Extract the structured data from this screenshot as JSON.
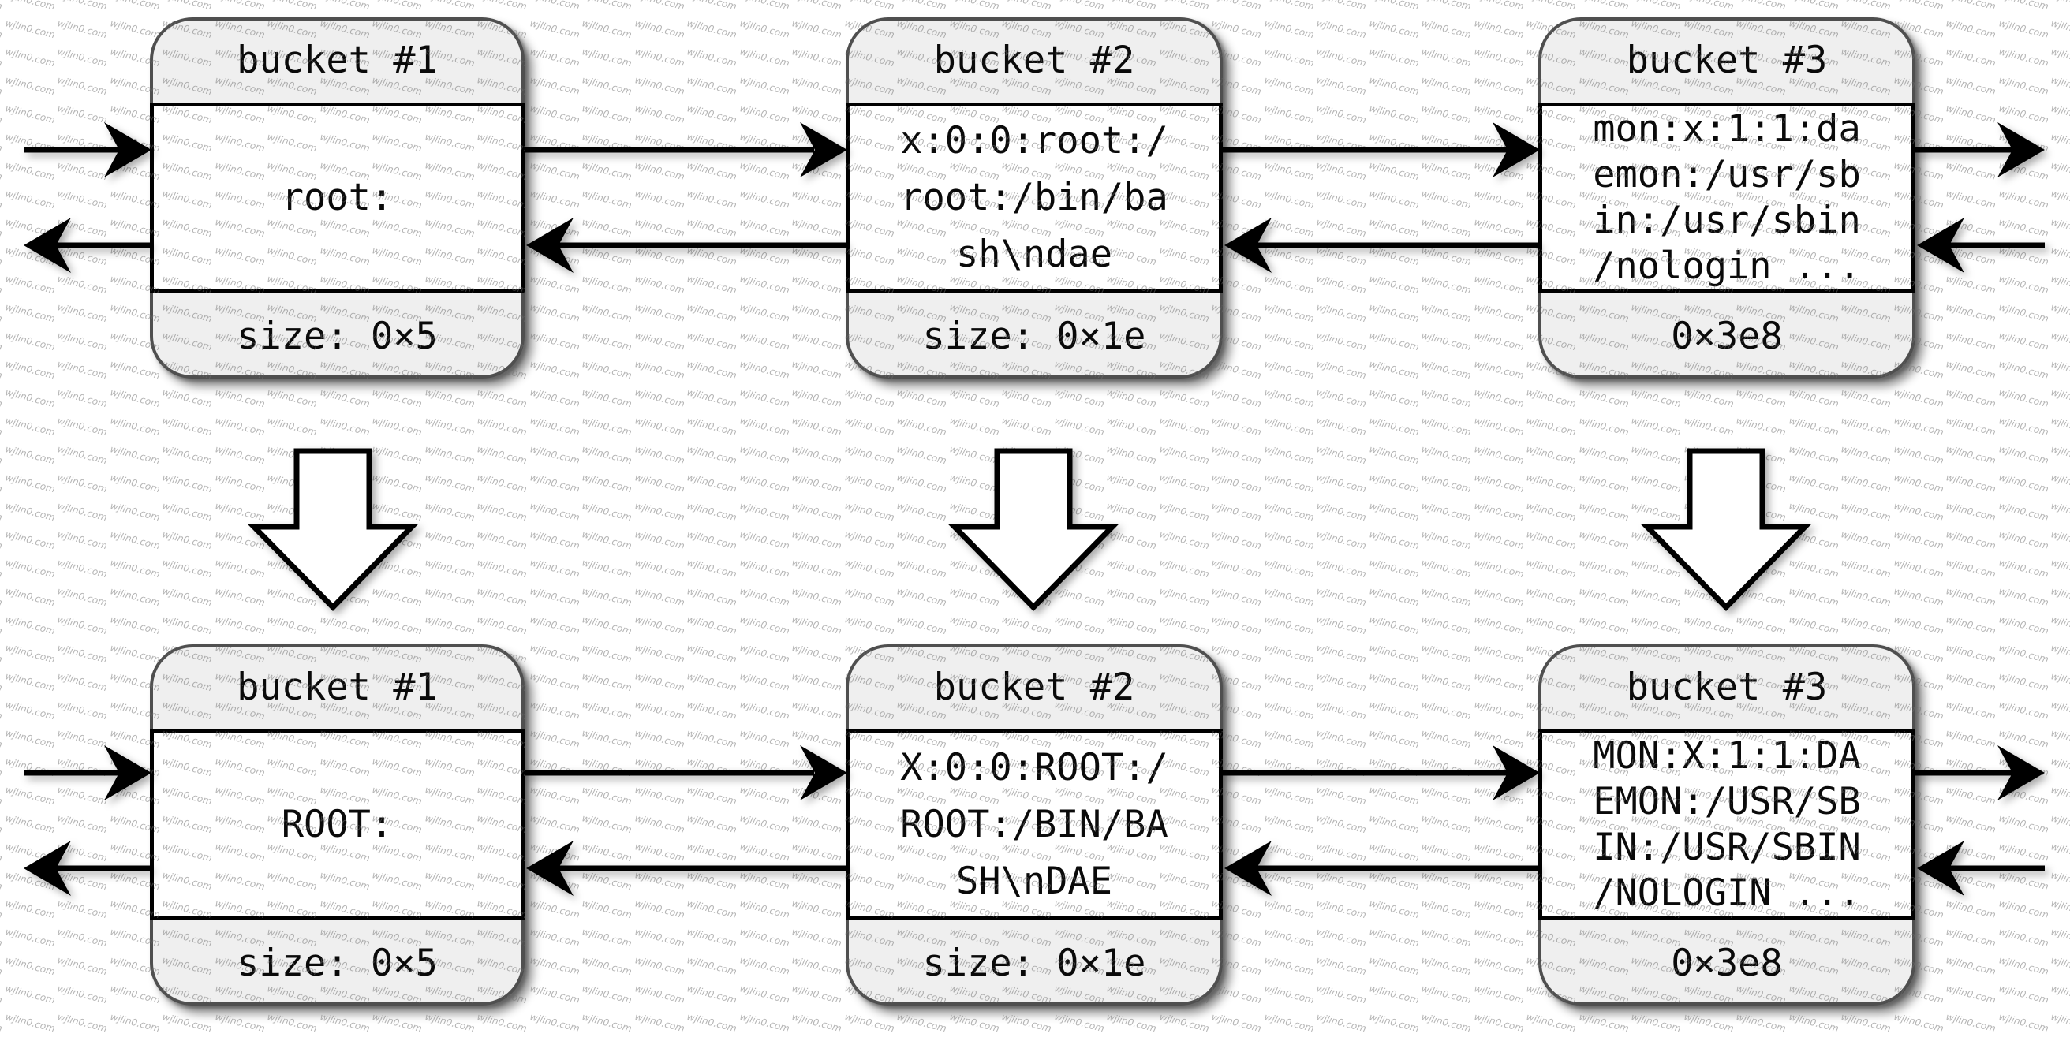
{
  "colors": {
    "background": "#ffffff",
    "bucket_fill": "#efefef",
    "bucket_body_fill": "#ffffff",
    "bucket_outer_border": "#4f4f4f",
    "line_color": "#000000",
    "watermark_color": "#6e6e6e"
  },
  "watermark": {
    "text": "wjlin0.com"
  },
  "rows": [
    {
      "buckets": [
        {
          "title": "bucket #1",
          "body_lines": [
            "root:"
          ],
          "footer": "size: 0×5"
        },
        {
          "title": "bucket #2",
          "body_lines": [
            "x:0:0:root:/",
            "root:/bin/ba",
            "sh\\ndae"
          ],
          "footer": "size: 0×1e"
        },
        {
          "title": "bucket #3",
          "body_lines": [
            "mon:x:1:1:da",
            "emon:/usr/sb",
            "in:/usr/sbin",
            "/nologin ..."
          ],
          "footer": "0×3e8"
        }
      ]
    },
    {
      "buckets": [
        {
          "title": "bucket #1",
          "body_lines": [
            "ROOT:"
          ],
          "footer": "size: 0×5"
        },
        {
          "title": "bucket #2",
          "body_lines": [
            "X:0:0:ROOT:/",
            "ROOT:/BIN/BA",
            "SH\\nDAE"
          ],
          "footer": "size: 0×1e"
        },
        {
          "title": "bucket #3",
          "body_lines": [
            "MON:X:1:1:DA",
            "EMON:/USR/SB",
            "IN:/USR/SBIN",
            "/NOLOGIN ..."
          ],
          "footer": "0×3e8"
        }
      ]
    }
  ]
}
